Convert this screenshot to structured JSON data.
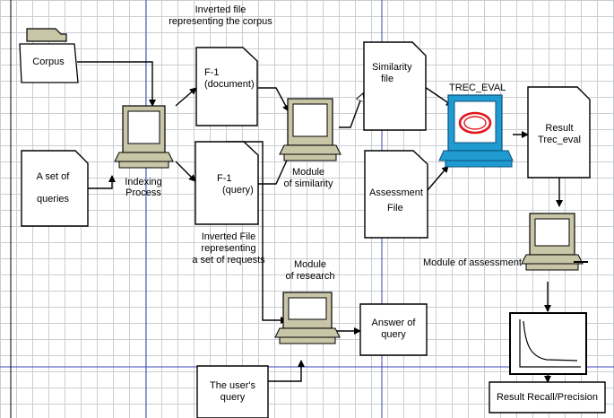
{
  "colors": {
    "grid": "#c9cdd4",
    "guide": "#3b46b8",
    "node_fill": "#ffffff",
    "line": "#000000",
    "monitor_body": "#c9c6a7",
    "trec_monitor": "#1f9bd1"
  },
  "labels": {
    "corpus": "Corpus",
    "inverted_corpus_title_line1": "Inverted  file",
    "inverted_corpus_title_line2": "representing the corpus",
    "f1_document_line1": "F-1",
    "f1_document_line2": "(document)",
    "f1_query_line1": "F-1",
    "f1_query_line2": "(query)",
    "queries_line1": "A set of",
    "queries_line2": "queries",
    "indexing_line1": "Indexing",
    "indexing_line2": "Process",
    "similarity_file_line1": "Similarity",
    "similarity_file_line2": "file",
    "trec_eval": "TREC_EVAL",
    "result_trec_line1": "Result",
    "result_trec_line2": "Trec_eval",
    "module_similarity_line1": "Module",
    "module_similarity_line2": "of similarity",
    "assessment_file_line1": "Assessment",
    "assessment_file_line2": "File",
    "inverted_requests_line1": "Inverted File",
    "inverted_requests_line2": "representing",
    "inverted_requests_line3": "a set of requests",
    "module_assessment": "Module of assessment",
    "module_research_line1": "Module",
    "module_research_line2": "of research",
    "answer_line1": "Answer of",
    "answer_line2": "query",
    "user_query_line1": "The user's",
    "user_query_line2": "query",
    "result_recall": "Result Recall/Precision"
  },
  "icons": [
    "folder-icon",
    "computer-icon",
    "trec-computer-icon",
    "recall-curve-icon"
  ]
}
